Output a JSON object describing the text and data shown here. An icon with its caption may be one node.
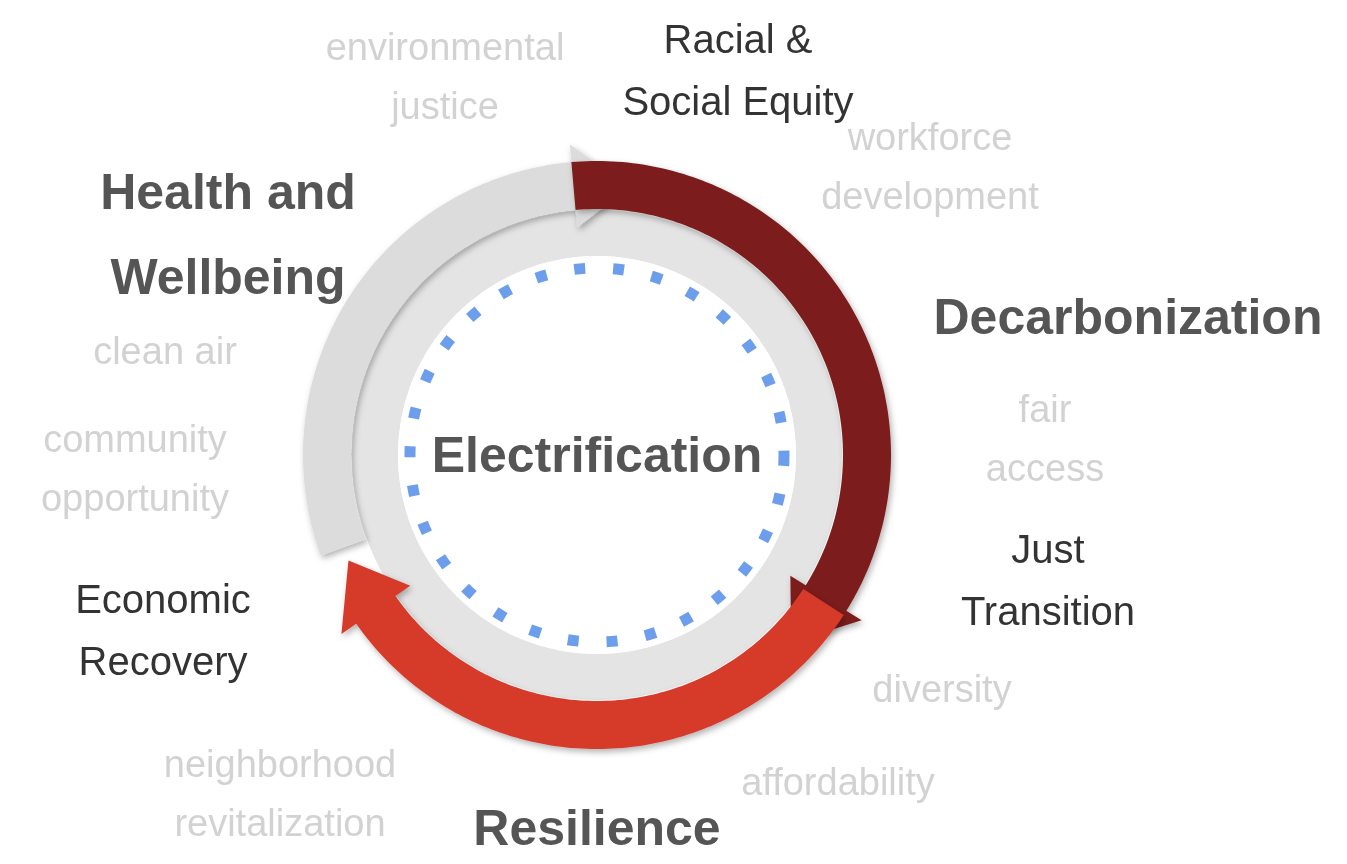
{
  "diagram": {
    "nodes": [
      {
        "text": [
          "Electrification"
        ]
      }
    ],
    "labels": [
      "environmental justice",
      "Racial & Social Equity",
      "Health and Wellbeing",
      "workforce development",
      "Decarbonization",
      "clean air",
      "fair access",
      "community opportunity",
      "Just Transition",
      "Economic Recovery",
      "diversity",
      "neighborhood revitalization",
      "affordability",
      "Resilience"
    ]
  }
}
